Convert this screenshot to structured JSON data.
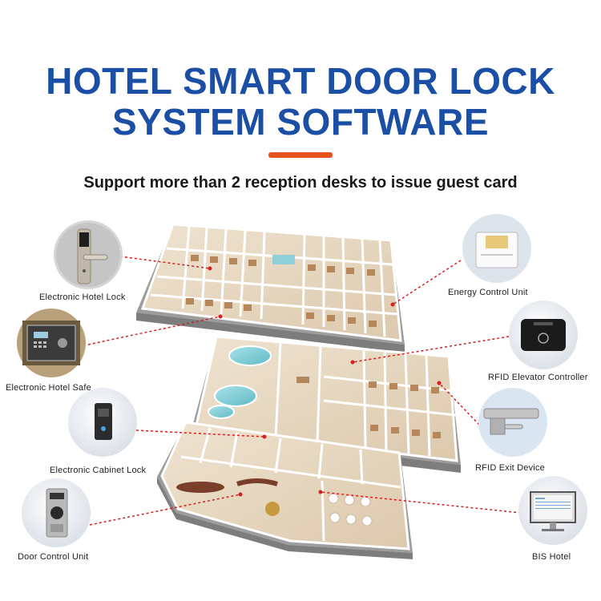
{
  "title": {
    "line1": "HOTEL SMART DOOR LOCK",
    "line2": "SYSTEM SOFTWARE"
  },
  "subtitle": "Support more than 2 reception desks to issue guest card",
  "colors": {
    "title_blue": "#1b4fa5",
    "accent_orange": "#e5541f",
    "connector_red": "#d42020"
  },
  "devices": {
    "left": [
      {
        "label": "Electronic Hotel Lock",
        "icon": "door-lock-icon"
      },
      {
        "label": "Electronic Hotel Safe",
        "icon": "safe-icon"
      },
      {
        "label": "Electronic Cabinet Lock",
        "icon": "cabinet-lock-icon"
      },
      {
        "label": "Door Control Unit",
        "icon": "door-control-unit-icon"
      }
    ],
    "right": [
      {
        "label": "Energy Control Unit",
        "icon": "energy-switch-icon"
      },
      {
        "label": "RFID Elevator Controller",
        "icon": "elevator-reader-icon"
      },
      {
        "label": "RFID Exit Device",
        "icon": "exit-bar-icon"
      },
      {
        "label": "BIS Hotel",
        "icon": "computer-icon"
      }
    ]
  }
}
